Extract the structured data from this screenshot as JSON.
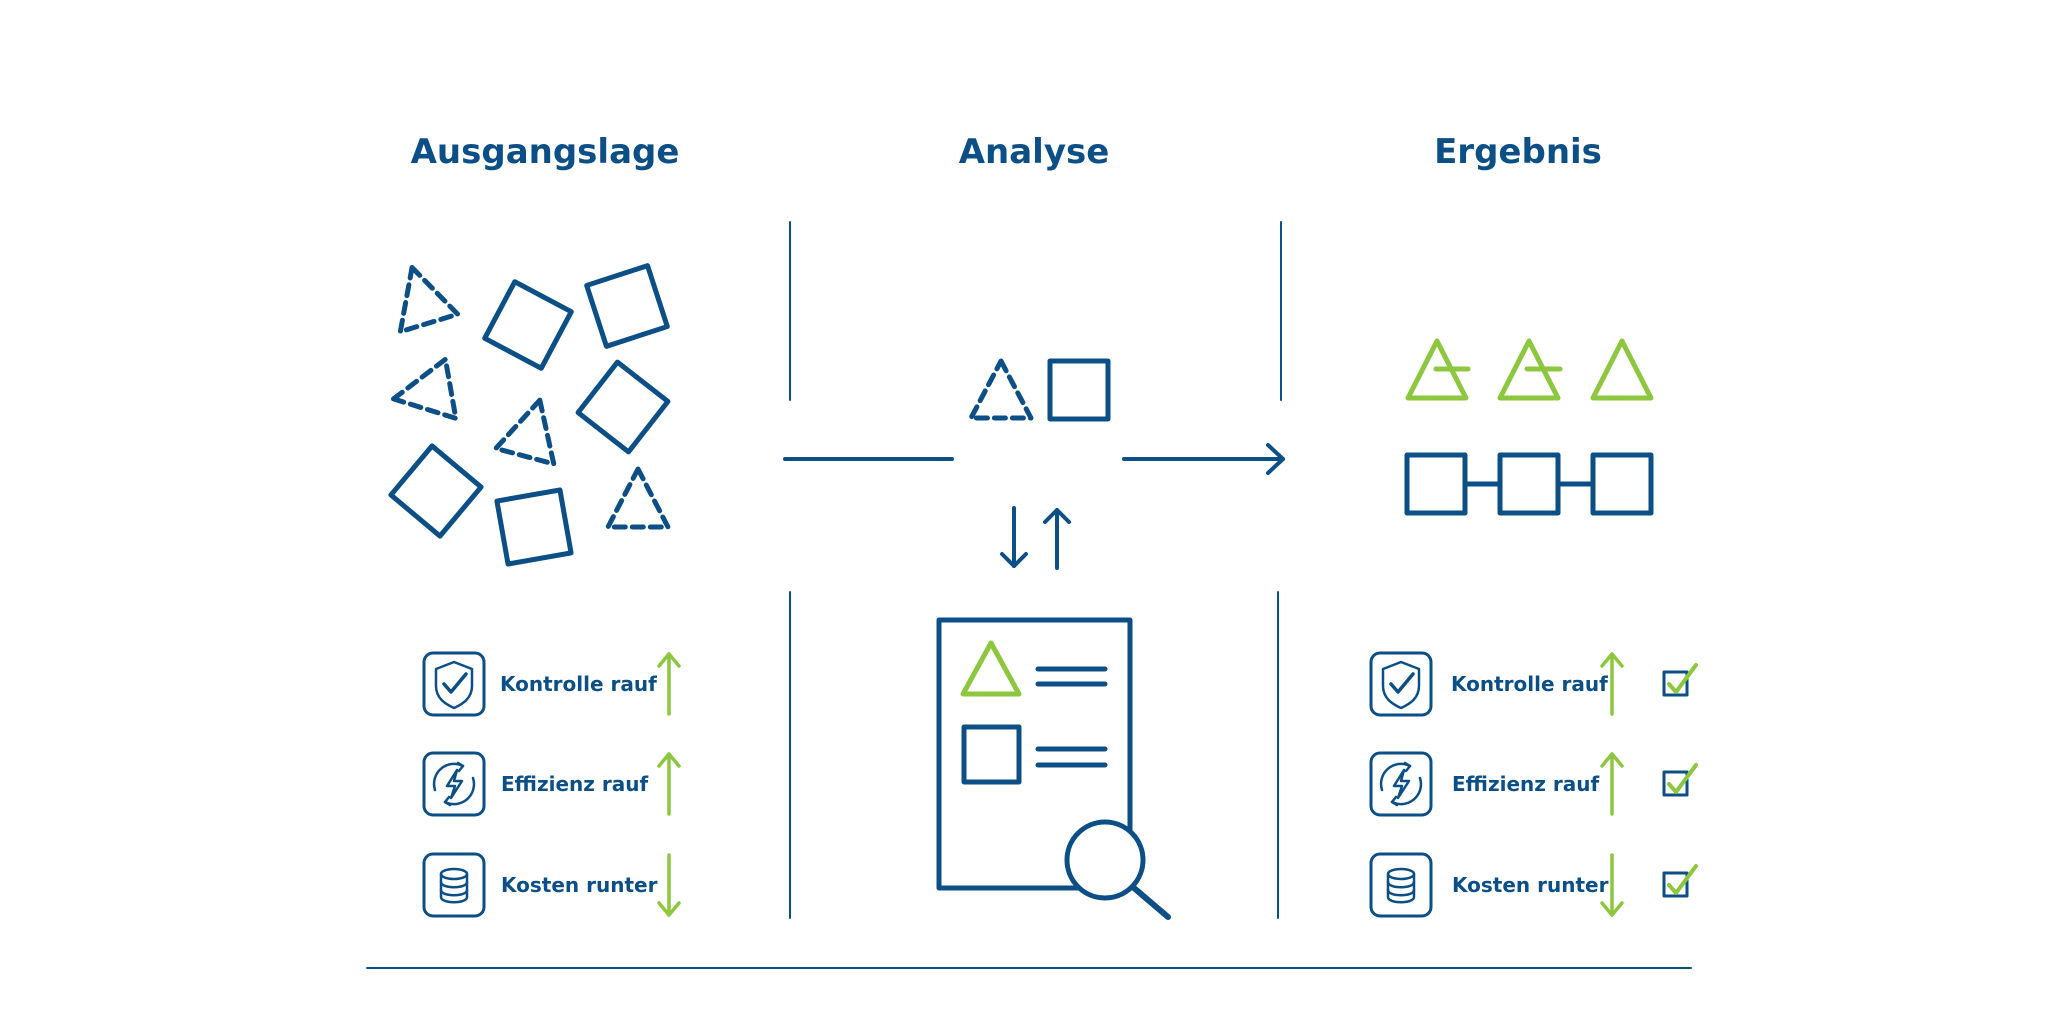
{
  "columns": [
    {
      "heading": "Ausgangslage"
    },
    {
      "heading": "Analyse"
    },
    {
      "heading": "Ergebnis"
    }
  ],
  "metrics_left": [
    {
      "icon": "shield-check-icon",
      "label": "Kontrolle rauf",
      "trend": "up"
    },
    {
      "icon": "lightning-cycle-icon",
      "label": "Effizienz rauf",
      "trend": "up"
    },
    {
      "icon": "database-icon",
      "label": "Kosten runter",
      "trend": "down"
    }
  ],
  "metrics_right": [
    {
      "icon": "shield-check-icon",
      "label": "Kontrolle rauf",
      "trend": "up",
      "checked": true
    },
    {
      "icon": "lightning-cycle-icon",
      "label": "Effizienz rauf",
      "trend": "up",
      "checked": true
    },
    {
      "icon": "database-icon",
      "label": "Kosten runter",
      "trend": "down",
      "checked": true
    }
  ],
  "colors": {
    "blue": "#0b4f86",
    "green": "#8dc63f"
  }
}
